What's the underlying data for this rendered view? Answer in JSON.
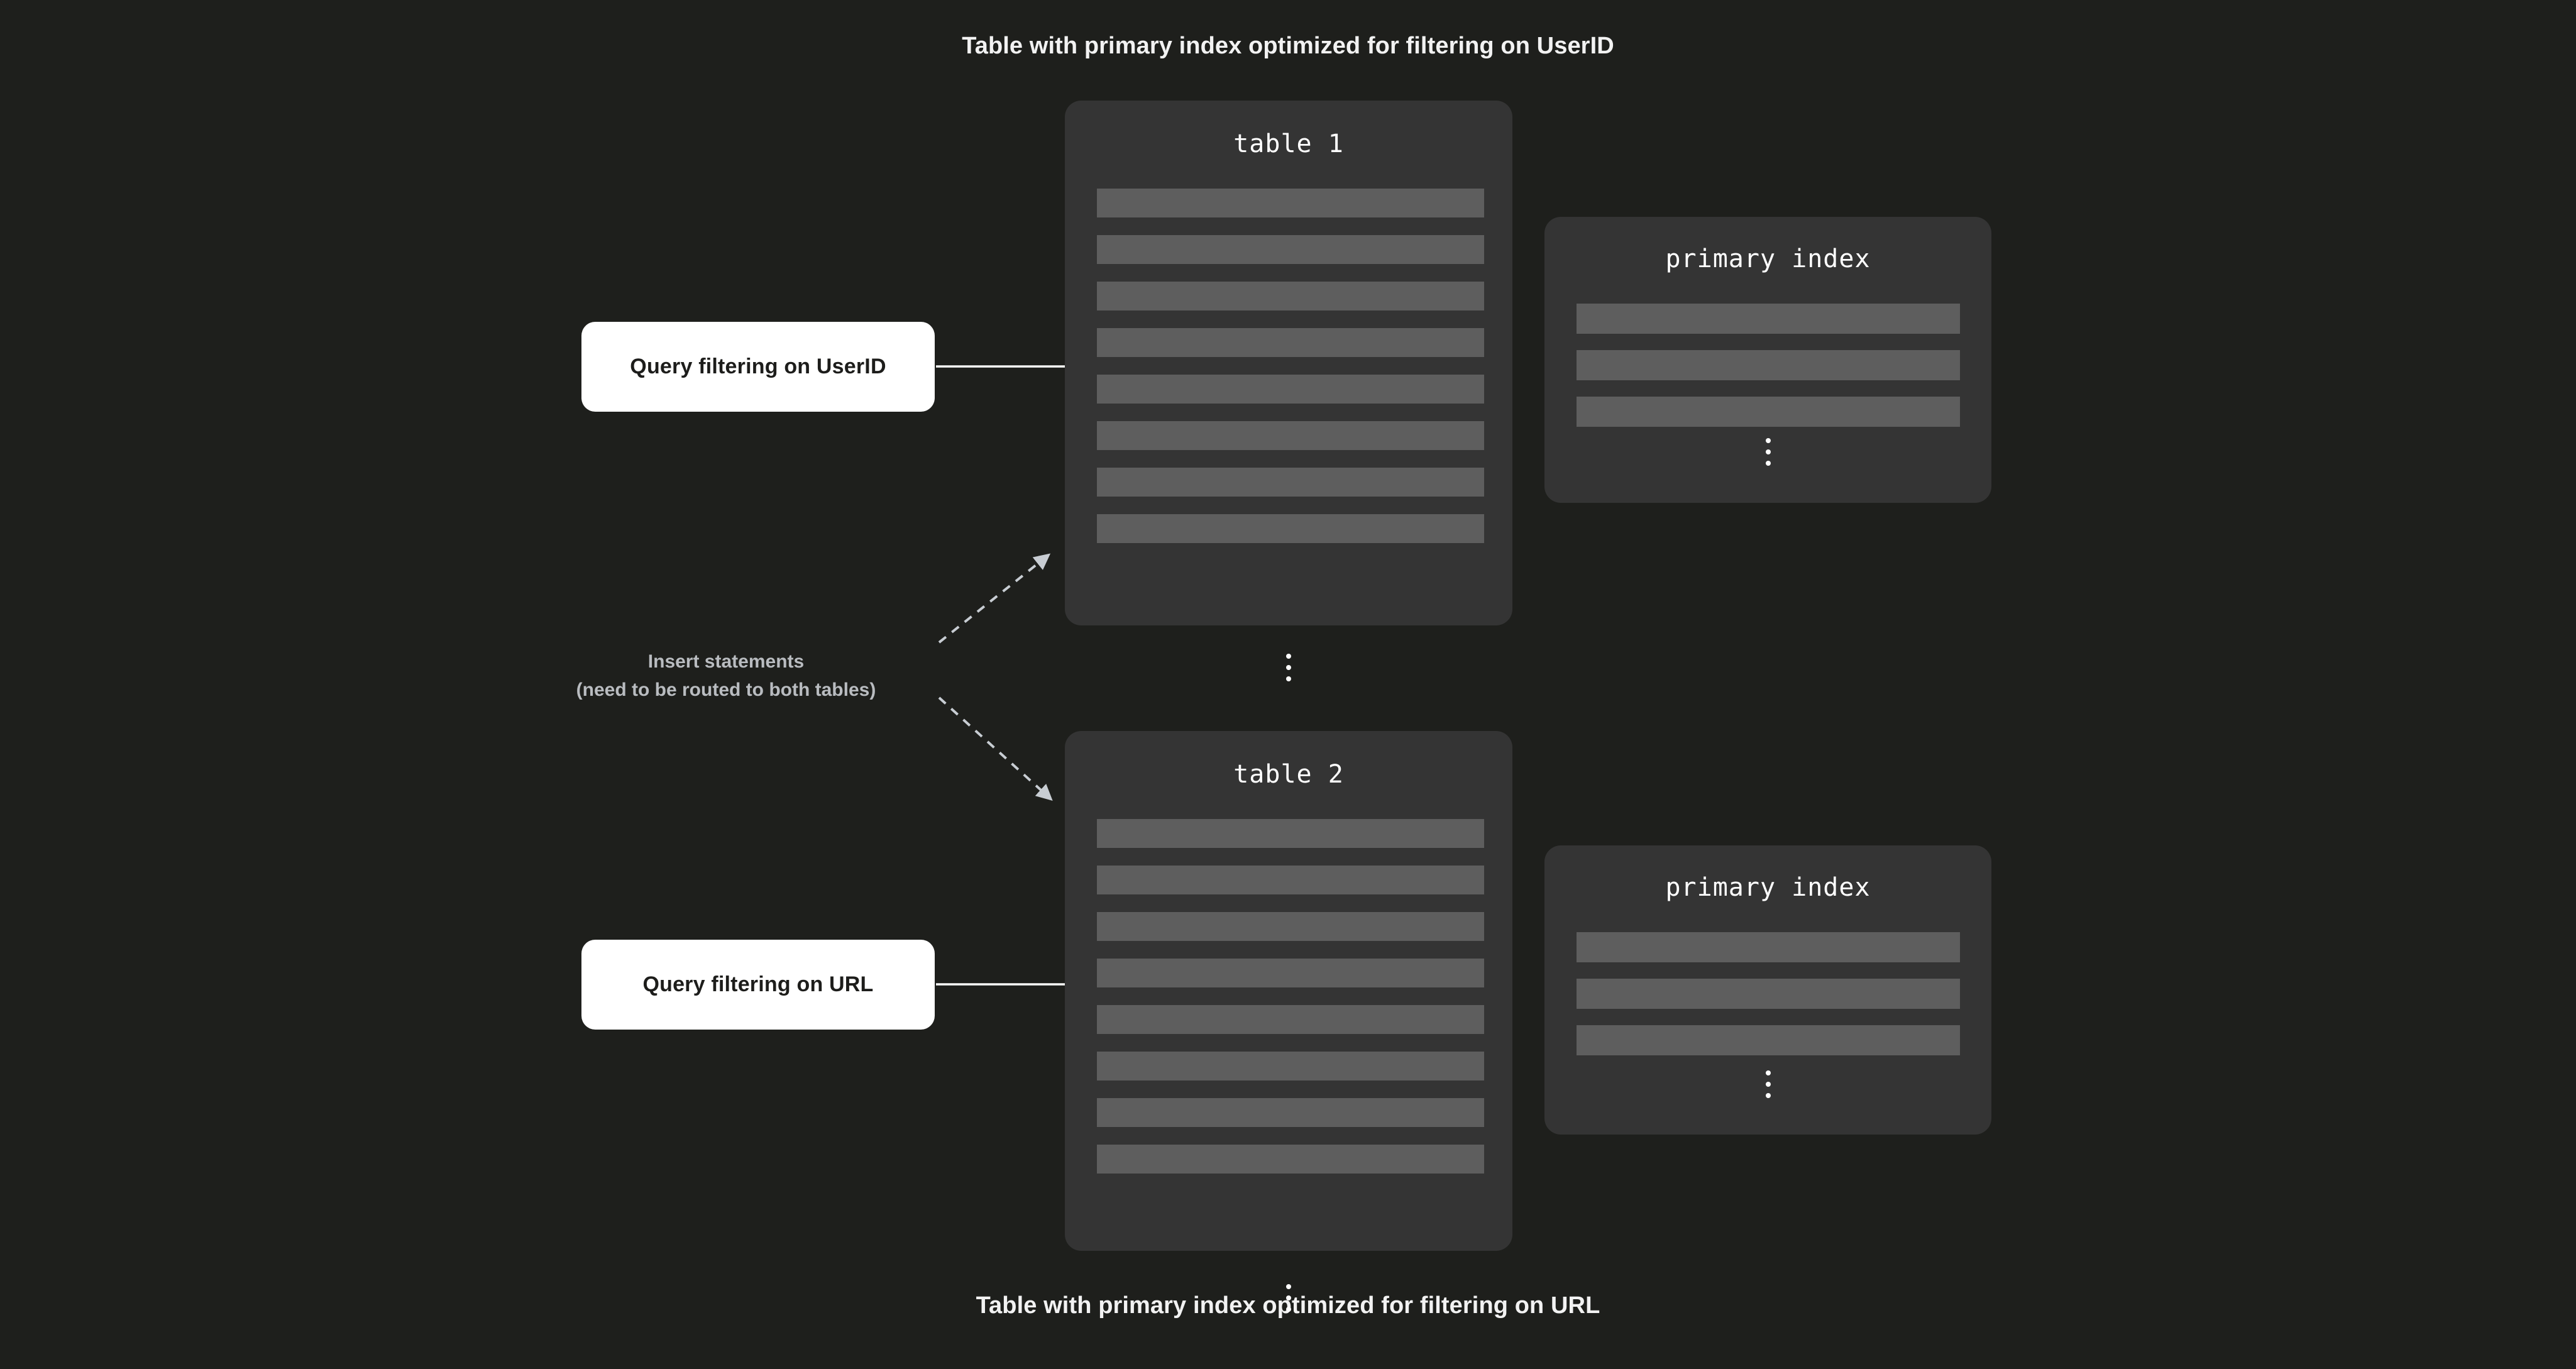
{
  "page": {
    "background_color": "#1e1f1c",
    "card_color": "#343434",
    "row_color": "#5e5e5e",
    "text_color": "#f2f2f2",
    "accent_label_color": "#b9bcc0",
    "connector_color": "#ffffff",
    "dashed_connector_color": "#c8cdd3",
    "query_box_bg": "#ffffff",
    "query_box_text_color": "#1d1d1b"
  },
  "titles": {
    "top": "Table with primary index optimized for filtering on UserID",
    "bottom": "Table with primary index optimized for filtering on URL"
  },
  "tables": [
    {
      "id": "table-1",
      "title": "table  1",
      "row_count": 8,
      "ellipsis": "vertical-ellipsis",
      "index": {
        "id": "primary-index-1",
        "title": "primary index",
        "row_count": 3,
        "ellipsis": "vertical-ellipsis"
      }
    },
    {
      "id": "table-2",
      "title": "table  2",
      "row_count": 8,
      "ellipsis": "vertical-ellipsis",
      "index": {
        "id": "primary-index-2",
        "title": "primary index",
        "row_count": 3,
        "ellipsis": "vertical-ellipsis"
      }
    }
  ],
  "queries": [
    {
      "id": "query-userid",
      "label": "Query filtering on UserID",
      "target": "table-1"
    },
    {
      "id": "query-url",
      "label": "Query filtering on URL",
      "target": "table-2"
    }
  ],
  "insert_note": {
    "line1": "Insert statements",
    "line2": "(need to be routed to both tables)",
    "style": "dashed-arrows-to-both-tables"
  },
  "connectors": [
    {
      "id": "arrow-query-userid-to-table-1",
      "style": "solid",
      "label": ""
    },
    {
      "id": "arrow-query-url-to-table-2",
      "style": "solid",
      "label": ""
    },
    {
      "id": "arrow-insert-to-table-1",
      "style": "dashed",
      "label": ""
    },
    {
      "id": "arrow-insert-to-table-2",
      "style": "dashed",
      "label": ""
    }
  ]
}
